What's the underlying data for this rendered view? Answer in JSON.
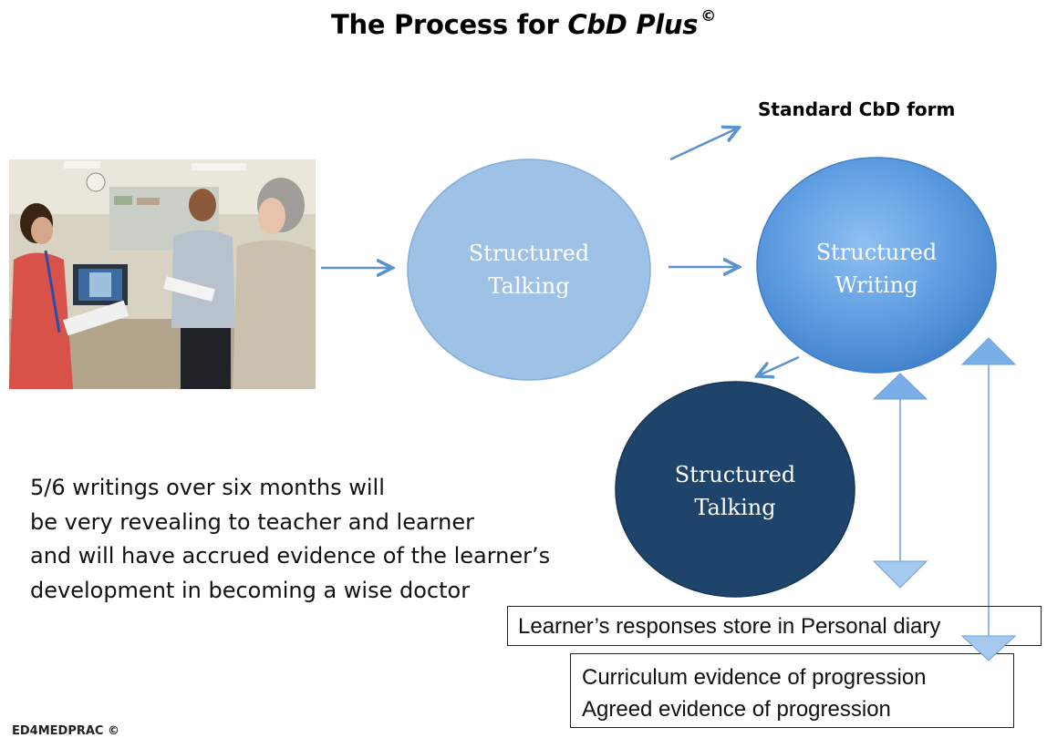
{
  "title": {
    "prefix": "The Process for ",
    "emphasis": "CbD Plus",
    "mark": "©"
  },
  "standard_form_label": "Standard CbD form",
  "circles": [
    {
      "line1": "Structured",
      "line2": "Talking",
      "color": "#9ec1e6"
    },
    {
      "line1": "Structured",
      "line2": "Writing",
      "color": "#5f9de0"
    },
    {
      "line1": "Structured",
      "line2": "Talking",
      "color": "#1e446b"
    }
  ],
  "summary_lines": [
    "5/6 writings over six months will",
    "be very revealing to teacher and learner",
    "and will have accrued evidence of the learner’s",
    "development in becoming a wise doctor"
  ],
  "diary_box": "Learner’s responses store in Personal diary",
  "evidence_box": [
    "Curriculum evidence of progression",
    "Agreed evidence of progression"
  ],
  "footer": "ED4MEDPRAC ©",
  "colors": {
    "arrow": "#5b93cc",
    "accent": "#7aaee6"
  }
}
